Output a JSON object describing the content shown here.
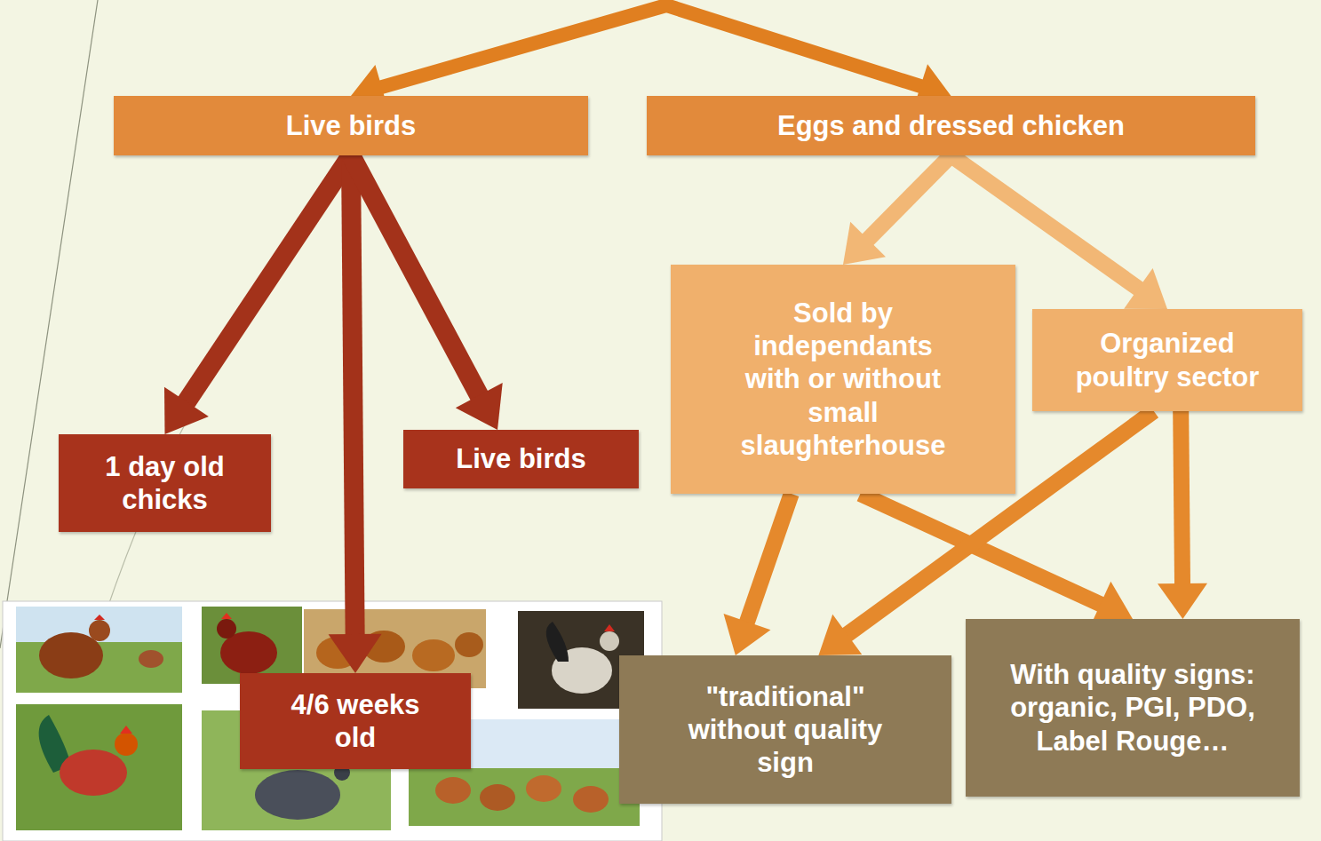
{
  "diagram": {
    "nodes": [
      {
        "text": [
          "Live birds"
        ]
      },
      {
        "text": [
          "Eggs and dressed chicken"
        ]
      },
      {
        "text": [
          "Sold by independants with or without small slaughterhouse"
        ]
      },
      {
        "text": [
          "Organized poultry sector"
        ]
      },
      {
        "text": [
          "1 day old chicks"
        ]
      },
      {
        "text": [
          "Live birds"
        ]
      },
      {
        "text": [
          "4/6 weeks old"
        ]
      },
      {
        "text": [
          "\"traditional\" without quality sign"
        ]
      },
      {
        "text": [
          "With quality signs: organic, PGI, PDO, Label Rouge…"
        ]
      }
    ],
    "edges": [
      {
        "from": 0,
        "to": 1,
        "arrow": "both"
      },
      {
        "from": 0,
        "to": 4,
        "arrow": "to"
      },
      {
        "from": 0,
        "to": 6,
        "arrow": "to"
      },
      {
        "from": 0,
        "to": 5,
        "arrow": "to"
      },
      {
        "from": 1,
        "to": 2,
        "arrow": "to"
      },
      {
        "from": 1,
        "to": 3,
        "arrow": "to"
      },
      {
        "from": 2,
        "to": 7,
        "arrow": "to"
      },
      {
        "from": 2,
        "to": 8,
        "arrow": "to"
      },
      {
        "from": 3,
        "to": 7,
        "arrow": "to"
      },
      {
        "from": 3,
        "to": 8,
        "arrow": "to"
      }
    ]
  }
}
